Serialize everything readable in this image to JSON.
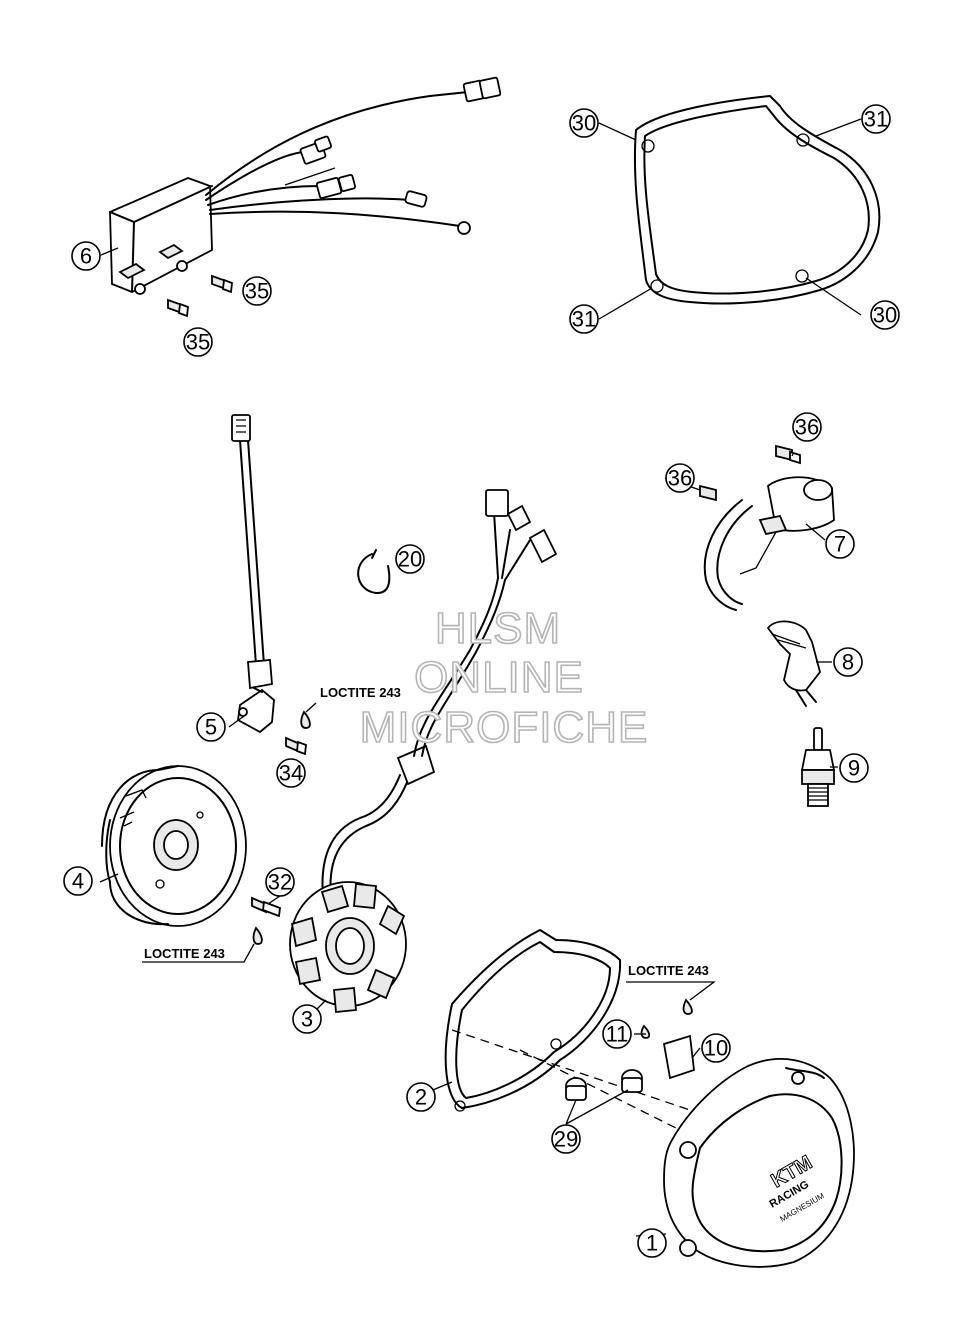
{
  "watermark": {
    "line1": "HLSM",
    "line2": "ONLINE",
    "line3": "MICROFICHE"
  },
  "notes": {
    "loctite_1": "LOCTITE 243",
    "loctite_2": "LOCTITE 243",
    "loctite_3": "LOCTITE 243"
  },
  "cover_branding": {
    "logo": "KTM",
    "line1": "RACING",
    "line2": "MAGNESIUM"
  },
  "callouts": {
    "c1": "1",
    "c2": "2",
    "c3": "3",
    "c4": "4",
    "c5": "5",
    "c6": "6",
    "c7": "7",
    "c8": "8",
    "c9": "9",
    "c10": "10",
    "c11": "11",
    "c20": "20",
    "c29": "29",
    "c30a": "30",
    "c30b": "30",
    "c31a": "31",
    "c31b": "31",
    "c32": "32",
    "c34": "34",
    "c35a": "35",
    "c35b": "35",
    "c36a": "36",
    "c36b": "36"
  }
}
